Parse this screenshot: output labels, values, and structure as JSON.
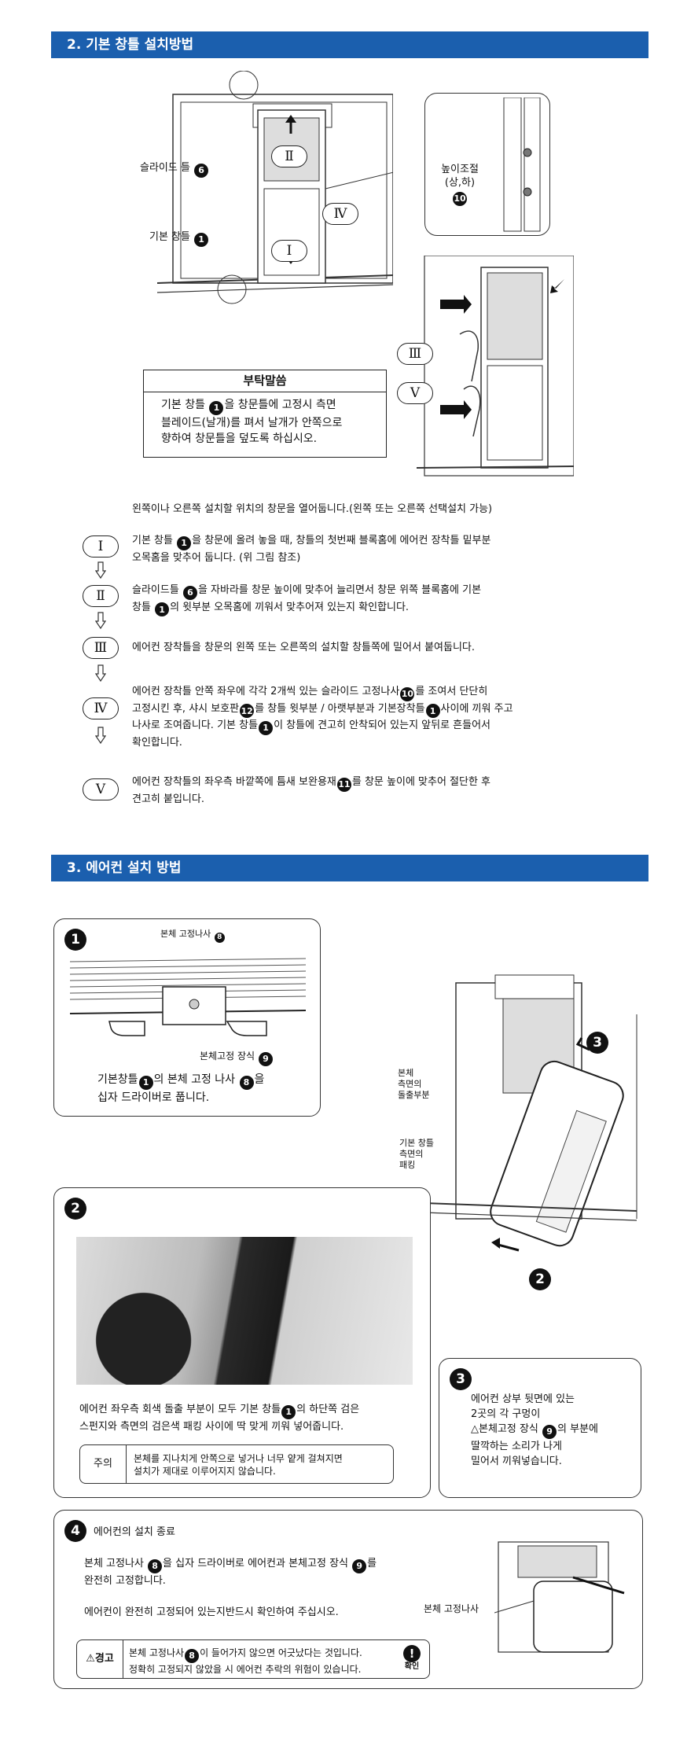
{
  "section2": {
    "title": "2. 기본 창틀 설치방법",
    "labels": {
      "slide_frame": "슬라이드 틀",
      "slide_frame_num": "6",
      "basic_frame": "기본 창틀",
      "basic_frame_num": "1",
      "height_adjust": "높이조절",
      "height_adjust_sub": "(상,하)",
      "height_adjust_num": "10",
      "roman_1": "Ⅰ",
      "roman_2": "Ⅱ",
      "roman_3": "Ⅲ",
      "roman_4": "Ⅳ",
      "roman_5": "Ⅴ"
    },
    "notice": {
      "title": "부탁말씀",
      "line1_a": "기본 창틀",
      "line1_num": "1",
      "line1_b": "을 창문틀에 고정시 측면",
      "line2": "블레이드(날개)를 펴서 날개가 안쪽으로",
      "line3": "향하여 창문틀을 덮도록 하십시오."
    },
    "intro": "왼쪽이나 오른쪽 설치할 위치의 창문을 열어둡니다.(왼쪽 또는 오른쪽 선택설치 가능)",
    "steps": [
      {
        "roman": "Ⅰ",
        "a": "기본 창틀",
        "n1": "1",
        "b": "을 창문에 올려 놓을 때, 창틀의 첫번째 블록홈에 에어컨 장착틀 밑부분",
        "c": "오목홈을 맞추어 둡니다. (위 그림 참조)"
      },
      {
        "roman": "Ⅱ",
        "a": "슬라이드틀",
        "n1": "6",
        "b": "을 자바라를 창문 높이에 맞추어 늘리면서 창문 위쪽 블록홈에 기본",
        "c1": "창틀",
        "n2": "1",
        "c2": "의 윗부분 오목홈에 끼워서 맞추어져 있는지 확인합니다."
      },
      {
        "roman": "Ⅲ",
        "a": "에어컨 장착틀을 창문의 왼쪽 또는 오른쪽의 설치할 창틀쪽에 밀어서 붙여둡니다."
      },
      {
        "roman": "Ⅳ",
        "a": "에어컨 장착틀 안쪽 좌우에 각각 2개씩 있는 슬라이드 고정나사",
        "n1": "10",
        "b": "를 조여서 단단히",
        "c1": "고정시킨 후, 샤시 보호판",
        "n2": "12",
        "c2": "를 창틀 윗부분 / 아랫부분과 기본장착틀",
        "n3": "1",
        "c3": "사이에 끼워 주고",
        "d1": "나사로 조여줍니다. 기본 창틀",
        "n4": "1",
        "d2": "이 창틀에 견고히 안착되어 있는지 앞뒤로 흔들어서",
        "e": "확인합니다."
      },
      {
        "roman": "Ⅴ",
        "a": "에어컨 장착틀의 좌우측 바깥쪽에 틈새 보완용재",
        "n1": "11",
        "b": "를 창문 높이에 맞추어 절단한 후",
        "c": "견고히 붙입니다."
      }
    ]
  },
  "section3": {
    "title": "3. 에어컨 설치 방법",
    "card1": {
      "num": "1",
      "screw_label": "본체 고정나사",
      "screw_num": "8",
      "fix_label": "본체고정 장식",
      "fix_num": "9",
      "line1_a": "기본창틀",
      "line1_n1": "1",
      "line1_b": "의 본체 고정 나사",
      "line1_n2": "8",
      "line1_c": "을",
      "line2": "십자 드라이버로 풉니다."
    },
    "right_diagram": {
      "label_1": "본체",
      "label_2": "측면의",
      "label_3": "돌출부분",
      "label_4": "기본 창틀",
      "label_5": "측면의",
      "label_6": "패킹",
      "num_3": "3",
      "num_2": "2"
    },
    "card2": {
      "num": "2",
      "line1_a": "에어컨 좌우측 회색 돌출 부분이 모두 기본 창틀",
      "line1_n": "1",
      "line1_b": "의 하단쪽 검은",
      "line2": "스펀지와 측면의 검은색 패킹 사이에 딱 맞게 끼워 넣어줍니다.",
      "caution_label": "주의",
      "caution_1": "본체를 지나치게 안쪽으로 넣거나 너무 얕게 걸쳐지면",
      "caution_2": "설치가 제대로 이루어지지 않습니다."
    },
    "card3": {
      "num": "3",
      "line1": "에어컨 상부 뒷면에 있는",
      "line2": "2곳의 각 구멍이",
      "line3_a": "본체고정 장식",
      "line3_n": "9",
      "line3_b": "의 부분에",
      "line4": "딸깍하는 소리가 나게",
      "line5": "밀어서 끼워넣습니다."
    },
    "card4": {
      "num": "4",
      "title": "에어컨의 설치 종료",
      "line1_a": "본체 고정나사",
      "line1_n1": "8",
      "line1_b": "을 십자 드라이버로 에어컨과 본체고정 장식",
      "line1_n2": "9",
      "line1_c": "를",
      "line2": "완전히 고정합니다.",
      "line3": "에어컨이 완전히 고정되어 있는지반드시 확인하여 주십시오.",
      "screw_label": "본체 고정나사",
      "warn_label": "경고",
      "warn_1_a": "본체 고정나사",
      "warn_1_n": "8",
      "warn_1_b": "이 들어가지 않으면 어긋났다는 것입니다.",
      "warn_2": "정확히 고정되지 않았을 시 에어컨 추락의 위험이 있습니다.",
      "confirm_label": "확인"
    }
  }
}
